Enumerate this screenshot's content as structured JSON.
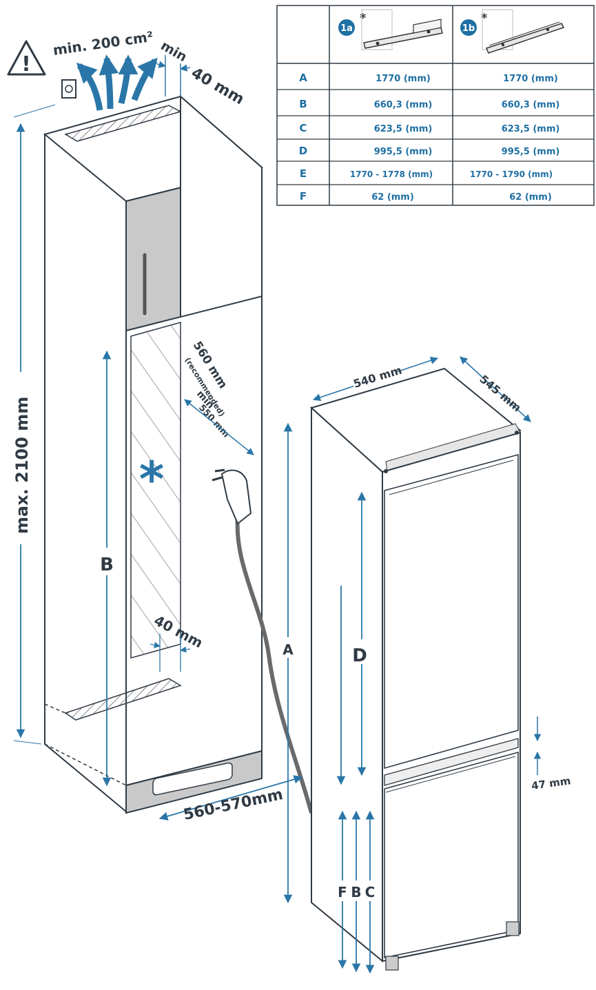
{
  "colors": {
    "accent_blue": "#1e6fa3",
    "arrow_blue": "#2a76a8",
    "line_dark": "#2f3a44",
    "cabinet_grey": "#c9c9c9",
    "panel_grey": "#dcdcdc"
  },
  "table": {
    "col_headers": [
      {
        "badge": "1a",
        "note": "*"
      },
      {
        "badge": "1b",
        "note": "*"
      }
    ],
    "rows": [
      {
        "label": "A",
        "v1": "1770 (mm)",
        "v2": "1770 (mm)"
      },
      {
        "label": "B",
        "v1": "660,3 (mm)",
        "v2": "660,3 (mm)"
      },
      {
        "label": "C",
        "v1": "623,5 (mm)",
        "v2": "623,5 (mm)"
      },
      {
        "label": "D",
        "v1": "995,5 (mm)",
        "v2": "995,5 (mm)"
      },
      {
        "label": "E",
        "v1": "1770 - 1778 (mm)",
        "v2": "1770 - 1790 (mm)"
      },
      {
        "label": "F",
        "v1": "62 (mm)",
        "v2": "62 (mm)"
      }
    ]
  },
  "labels": {
    "vent_area": "min. 200 cm²",
    "top_gap_min": "min",
    "top_gap_value": "40 mm",
    "max_height": "max. 2100 mm",
    "niche_depth_1": "560 mm",
    "niche_depth_2": "(recommended)",
    "niche_min_1": "min",
    "niche_min_2": "550 mm",
    "rear_gap": "40 mm",
    "niche_width": "560-570mm",
    "appliance_width": "540 mm",
    "appliance_depth": "545 mm",
    "door_gap": "47 mm",
    "dim_A": "A",
    "dim_B": "B",
    "dim_C": "C",
    "dim_D": "D",
    "dim_F": "F",
    "snowflake": "*",
    "warning_mark": "!"
  }
}
